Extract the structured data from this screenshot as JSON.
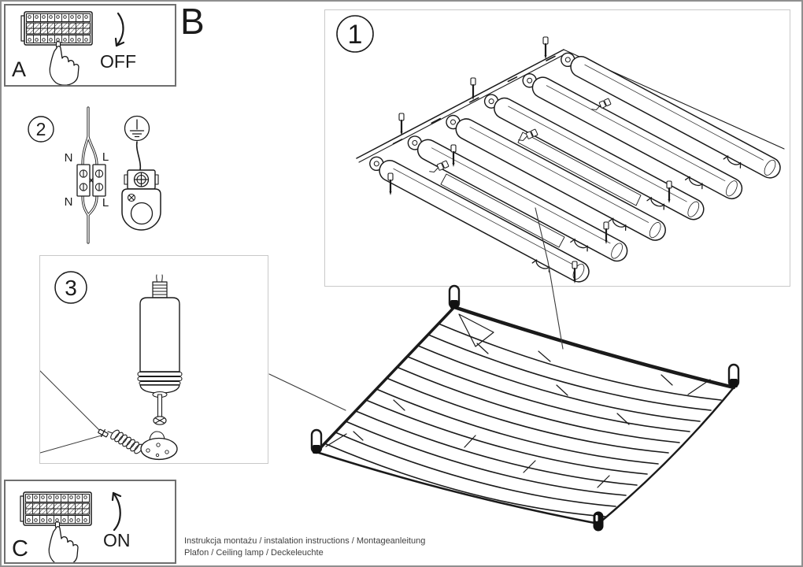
{
  "labels": {
    "a": "A",
    "b": "B",
    "c": "C"
  },
  "switch_states": {
    "off": "OFF",
    "on": "ON"
  },
  "step_numbers": {
    "one": "1",
    "two": "2",
    "three": "3"
  },
  "wiring": {
    "n_top": "N",
    "l_top": "L",
    "n_bottom": "N",
    "l_bottom": "L"
  },
  "footer": {
    "line1": "Instrukcja montażu / instalation instructions / Montageanleitung",
    "line2": "Plafon / Ceiling lamp / Deckeleuchte"
  },
  "colors": {
    "ink": "#1a1a1a",
    "box_border_dark": "#6f6f6f",
    "box_border_light": "#c9c9c9",
    "page_border": "#8f8f8f",
    "footer_text": "#3f3f3f"
  }
}
